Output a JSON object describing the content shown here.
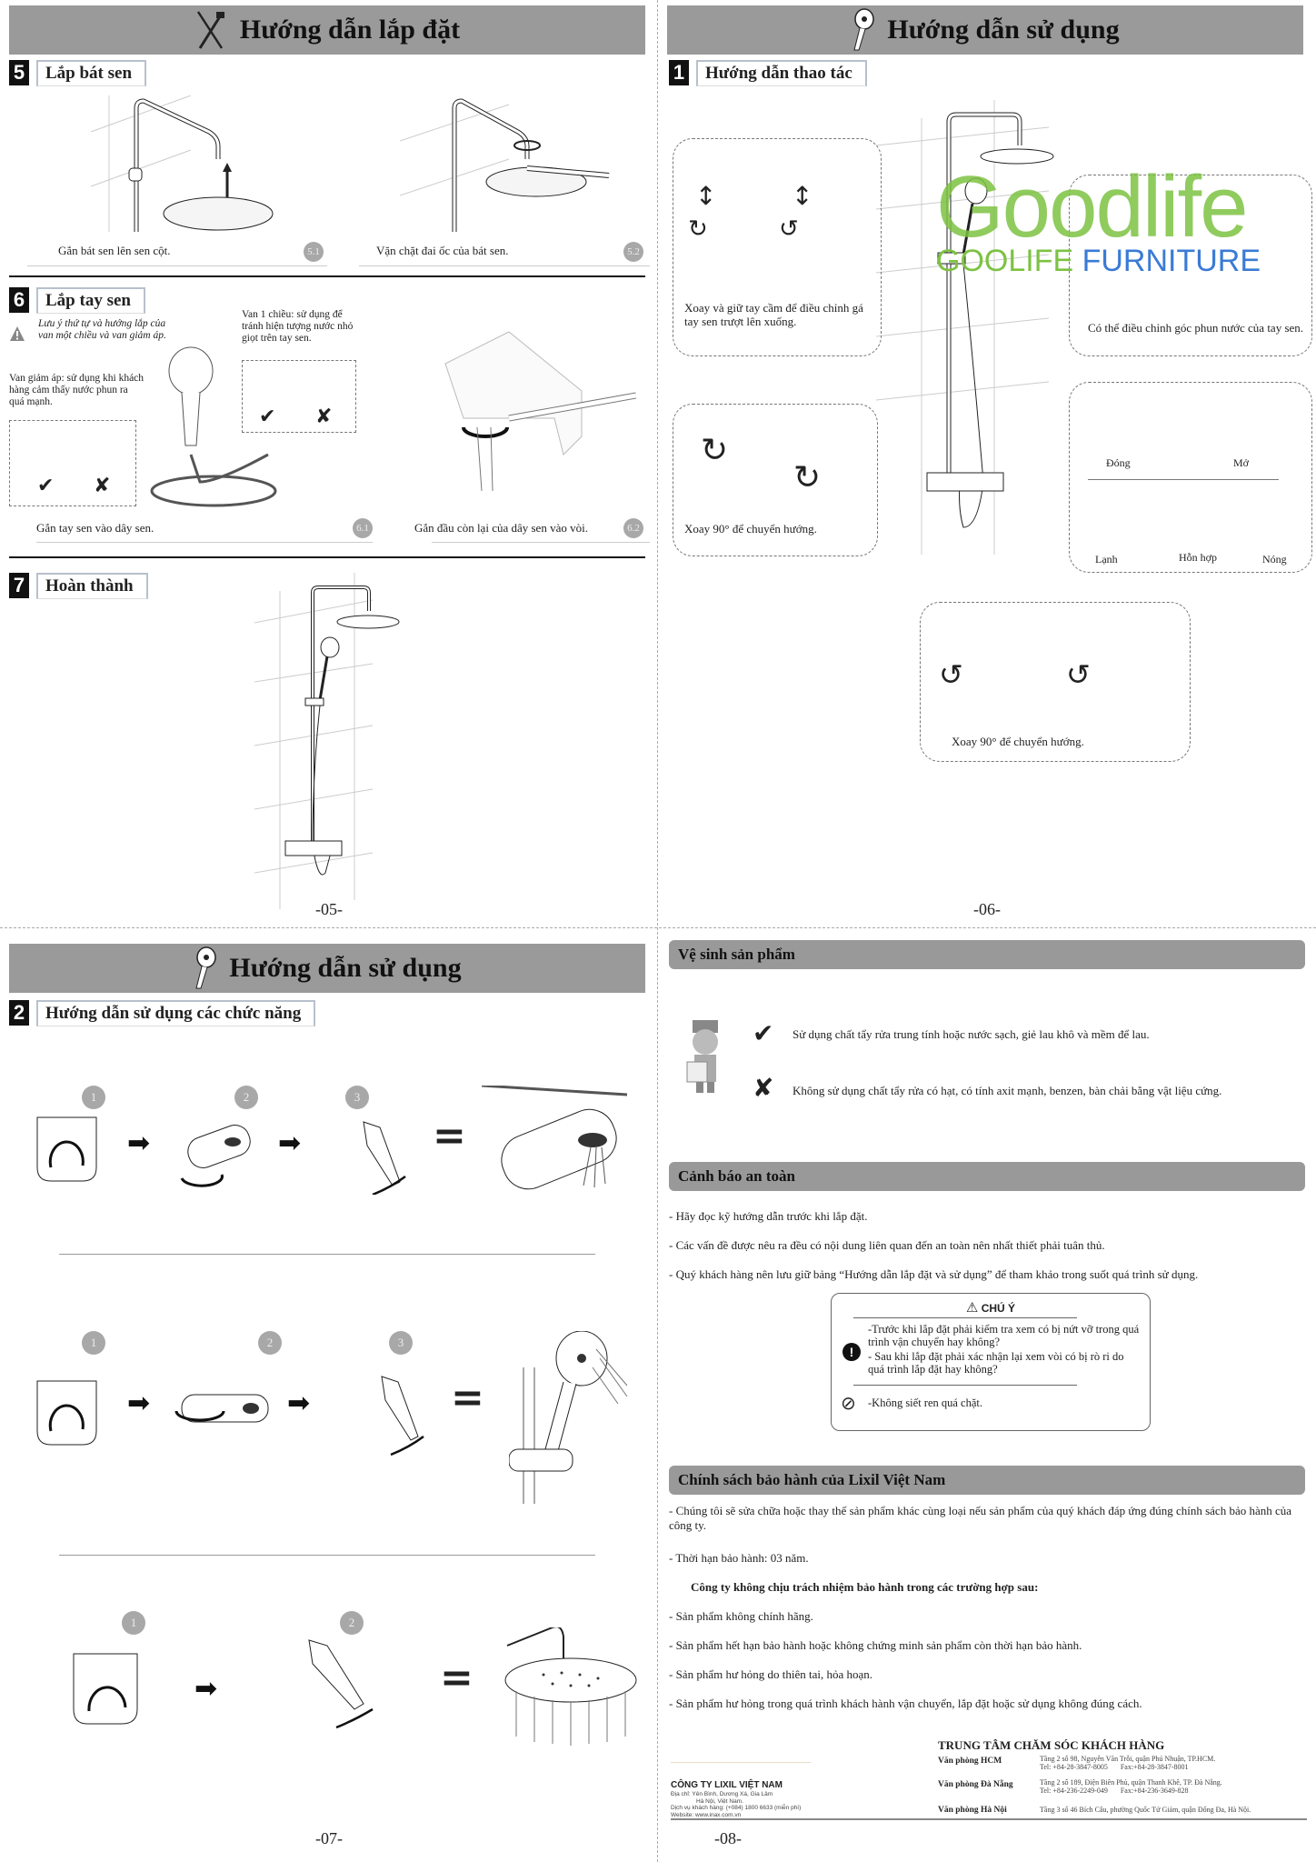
{
  "page5": {
    "banner_title": "Hướng dẫn lắp đặt",
    "banner_icon": "tools-icon",
    "step5": {
      "number": "5",
      "title": "Lắp bát sen",
      "fig1": {
        "caption": "Gắn bát sen lên sen cột.",
        "badge": "5.1"
      },
      "fig2": {
        "caption": "Vặn chặt đai ốc của bát sen.",
        "badge": "5.2"
      }
    },
    "step6": {
      "number": "6",
      "title": "Lắp tay sen",
      "warning_note": "Lưu ý thứ tự và hướng lắp của van một chiều và van giảm áp.",
      "pressure_valve_note": "Van giảm áp: sử dụng khi khách hàng cảm thấy nước phun ra quá mạnh.",
      "check_valve_note": "Van 1 chiều: sử dụng để tránh hiện tượng nước nhỏ giọt trên tay sen.",
      "fig1": {
        "caption": "Gắn tay sen vào dây sen.",
        "badge": "6.1"
      },
      "fig2": {
        "caption": "Gắn đầu còn lại của dây sen vào vòi.",
        "badge": "6.2"
      }
    },
    "step7": {
      "number": "7",
      "title": "Hoàn thành"
    },
    "page_number": "-05-"
  },
  "page6": {
    "banner_title": "Hướng dẫn sử dụng",
    "banner_icon": "hand-shower-icon",
    "step1": {
      "number": "1",
      "title": "Hướng dẫn thao tác"
    },
    "callout_slide": "Xoay và giữ tay cầm để điều chỉnh gá tay sen trượt lên xuống.",
    "callout_angle": "Có thể điều chỉnh góc phun nước của tay sen.",
    "callout_divert_left": "Xoay 90° để chuyển hướng.",
    "callout_divert_bottom": "Xoay 90° để chuyển hướng.",
    "lever_labels": {
      "close": "Đóng",
      "open": "Mở",
      "cold": "Lạnh",
      "mix": "Hỗn hợp",
      "hot": "Nóng"
    },
    "watermark": {
      "word1": "Goodlife",
      "word2a": "GOOLIFE",
      "word2b": "FURNITURE",
      "green": "#7dc242",
      "blue": "#3a7bd5"
    },
    "page_number": "-06-"
  },
  "page7": {
    "banner_title": "Hướng dẫn sử dụng",
    "step2": {
      "number": "2",
      "title": "Hướng dẫn sử dụng các chức năng"
    },
    "rows": [
      {
        "steps": [
          "1",
          "2",
          "3"
        ],
        "result": "spout-flow"
      },
      {
        "steps": [
          "1",
          "2",
          "3"
        ],
        "result": "hand-shower-flow"
      },
      {
        "steps": [
          "1",
          "2"
        ],
        "result": "rain-shower-flow"
      }
    ],
    "page_number": "-07-"
  },
  "page8": {
    "cleaning": {
      "title": "Vệ sinh sản phẩm",
      "do": "Sử dụng chất tẩy rửa trung tính hoặc nước sạch, giẻ lau khô và mềm để lau.",
      "dont": "Không sử dụng chất tẩy rửa có hạt, có tính axit mạnh, benzen, bàn chải bằng vật liệu cứng."
    },
    "safety": {
      "title": "Cảnh báo an toàn",
      "items": [
        "- Hãy đọc kỹ hướng dẫn trước khi lắp đặt.",
        "- Các vấn đề được nêu ra đều có nội dung liên quan đến an toàn nên nhất thiết phải tuân thủ.",
        "- Quý khách hàng nên lưu giữ bảng “Hướng dẫn lắp đặt và sử dụng” để tham khảo trong suốt quá trình sử dụng."
      ],
      "notice": {
        "title": "CHÚ Ý",
        "warn1": "-Trước khi lắp đặt phải kiểm tra xem có bị nứt vỡ trong quá trình vận chuyển hay không?",
        "warn2": "- Sau khi lắp đặt phải xác nhận lại xem vòi có bị rò ri do quá trình lắp đặt hay không?",
        "prohibit": "-Không siết ren quá chặt."
      }
    },
    "warranty": {
      "title": "Chính sách bảo hành của Lixil Việt Nam",
      "intro": "- Chúng tôi sẽ sửa chữa hoặc thay thế sản phẩm khác cùng loại nếu sản phẩm của quý khách đáp ứng đúng chính sách bảo hành của công ty.",
      "period": "- Thời hạn bảo hành: 03 năm.",
      "exclusions_title": "Công ty không chịu trách nhiệm bảo hành trong các trường hợp sau:",
      "exclusions": [
        "- Sản phẩm không chính hãng.",
        "- Sản phẩm hết hạn bảo hành hoặc không chứng minh sản phẩm còn thời hạn bảo hành.",
        "- Sản phẩm hư hỏng do thiên tai, hỏa hoạn.",
        "- Sản phẩm hư hỏng trong quá trình khách hành vận chuyển, lắp đặt hoặc sử dụng không đúng cách."
      ]
    },
    "company": {
      "name": "CÔNG TY LIXIL VIỆT NAM",
      "address1": "Địa chỉ: Yên Bình, Dương Xá, Gia Lâm",
      "address2": "Hà Nội, Việt Nam.",
      "hotline": "Dịch vụ khách hàng: (+084) 1800 6633 (miễn phí)",
      "website": "Website: www.inax.com.vn"
    },
    "care_center": {
      "title": "TRUNG TÂM CHĂM SÓC KHÁCH HÀNG",
      "offices": [
        {
          "name": "Văn phòng HCM",
          "address": "Tầng 2 số 98, Nguyễn Văn Trỗi, quận Phú Nhuận, TP.HCM.",
          "tel": "Tel: +84-28-3847-8005",
          "fax": "Fax:+84-28-3847-8001"
        },
        {
          "name": "Văn phòng Đà Nẵng",
          "address": "Tầng 2 số 189, Điện Biên Phủ, quận Thanh Khê, TP. Đà Nẵng.",
          "tel": "Tel: +84-236-2249-049",
          "fax": "Fax:+84-236-3649-828"
        },
        {
          "name": "Văn phòng Hà Nội",
          "address": "Tầng 3 số 46 Bích Câu, phường Quốc Tử Giám, quận Đống Đa, Hà Nội.",
          "tel": "",
          "fax": ""
        }
      ]
    },
    "page_number": "-08-"
  }
}
